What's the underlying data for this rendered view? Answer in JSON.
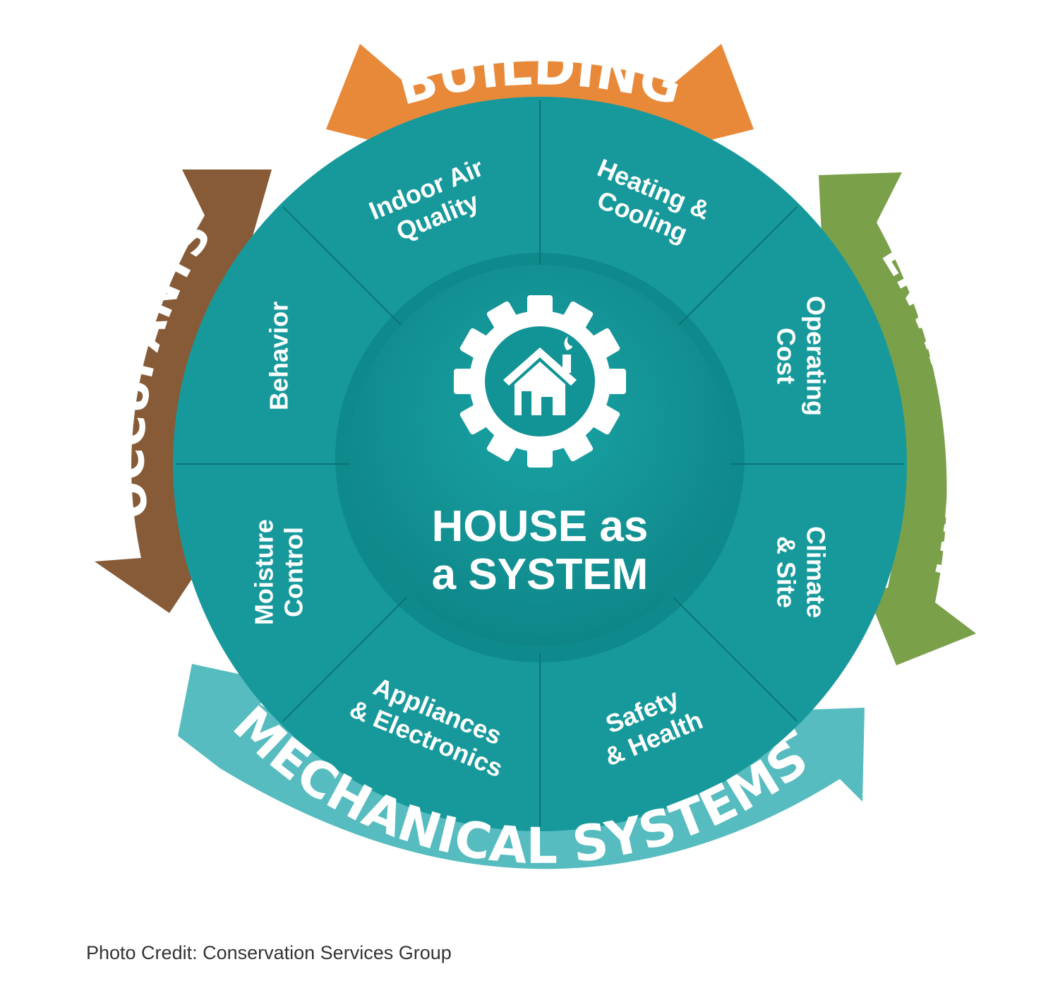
{
  "center": {
    "line1": "HOUSE as",
    "line2": "a SYSTEM",
    "icon": "gear-house-icon"
  },
  "outer_arrows": [
    {
      "id": "building",
      "label": "BUILDING",
      "color": "#e8893a"
    },
    {
      "id": "environment",
      "label": "ENVIRONMENT",
      "color": "#7aa04a"
    },
    {
      "id": "mechanical",
      "label": "MECHANICAL SYSTEMS",
      "color": "#56bcbf"
    },
    {
      "id": "occupants",
      "label": "OCCUPANTS",
      "color": "#875b37"
    }
  ],
  "segments": [
    {
      "id": "indoor-air-quality",
      "lines": [
        "Indoor Air",
        "Quality"
      ]
    },
    {
      "id": "heating-cooling",
      "lines": [
        "Heating &",
        "Cooling"
      ]
    },
    {
      "id": "operating-cost",
      "lines": [
        "Operating",
        "Cost"
      ]
    },
    {
      "id": "climate-site",
      "lines": [
        "Climate",
        "& Site"
      ]
    },
    {
      "id": "safety-health",
      "lines": [
        "Safety",
        "& Health"
      ]
    },
    {
      "id": "appliances-electronics",
      "lines": [
        "Appliances",
        "& Electronics"
      ]
    },
    {
      "id": "moisture-control",
      "lines": [
        "Moisture",
        "Control"
      ]
    },
    {
      "id": "behavior",
      "lines": [
        "Behavior"
      ]
    }
  ],
  "colors": {
    "teal_outer": "#17999c",
    "teal_ring": "#0f8a8c",
    "teal_center": "#129395",
    "divider": "#0b7476"
  },
  "caption": "Photo Credit: Conservation Services Group"
}
